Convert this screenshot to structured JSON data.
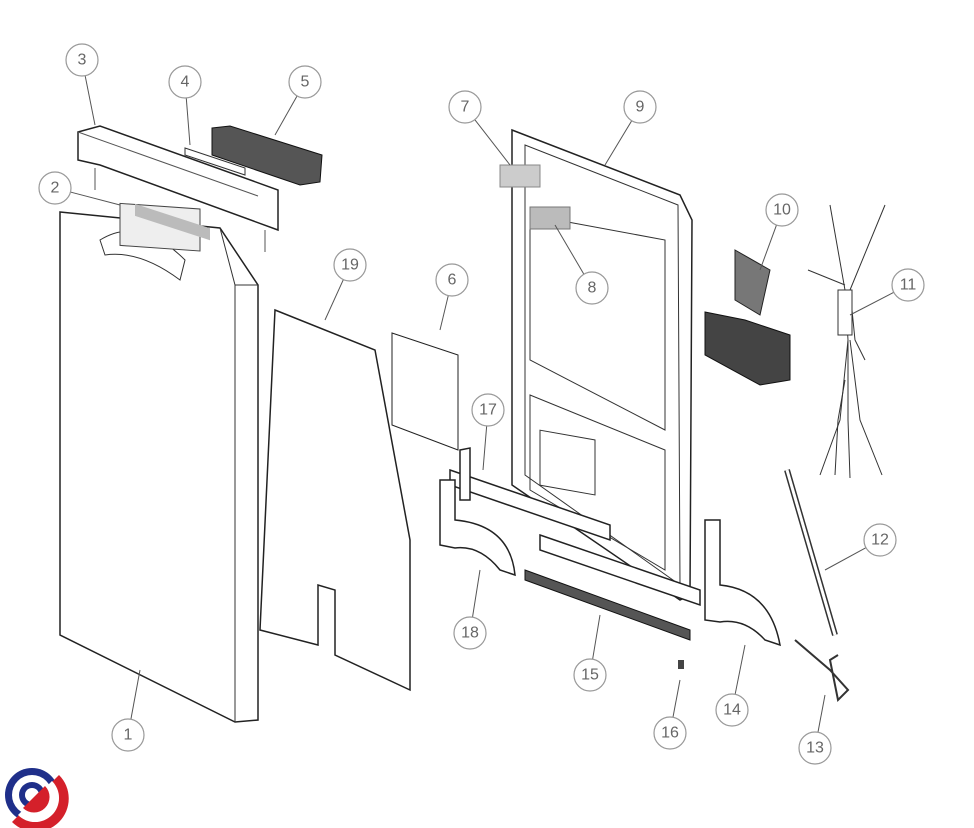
{
  "diagram": {
    "type": "exploded-parts-view",
    "callouts": [
      "1",
      "2",
      "3",
      "4",
      "5",
      "6",
      "7",
      "8",
      "9",
      "10",
      "11",
      "12",
      "13",
      "14",
      "15",
      "16",
      "17",
      "18",
      "19"
    ]
  },
  "logo": {
    "icon": "brand-swirl-logo",
    "colors": [
      "#1f2f8a",
      "#d4202a"
    ]
  }
}
